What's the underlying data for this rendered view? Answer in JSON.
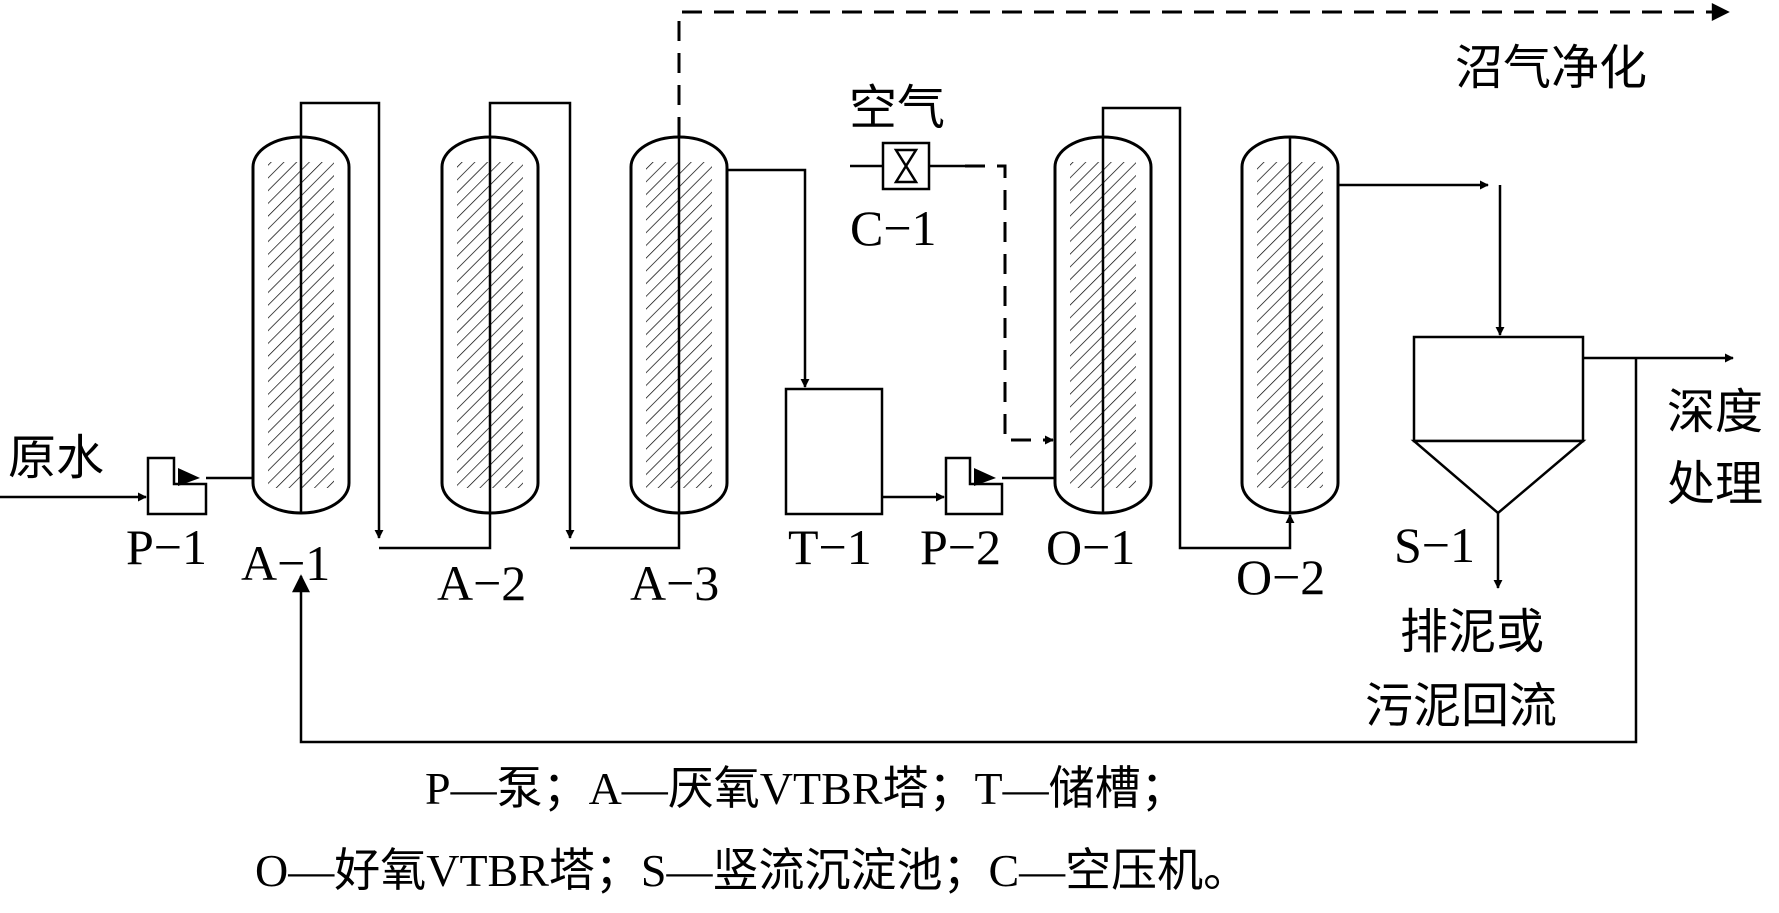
{
  "labels": {
    "raw_water": "原水",
    "biogas": "沼气净化",
    "air": "空气",
    "deep1": "深度",
    "deep2": "处理",
    "sludge1": "排泥或",
    "sludge2": "污泥回流"
  },
  "equipment": {
    "p1": "P−1",
    "a1": "A−1",
    "a2": "A−2",
    "a3": "A−3",
    "t1": "T−1",
    "p2": "P−2",
    "o1": "O−1",
    "o2": "O−2",
    "s1": "S−1",
    "c1": "C−1"
  },
  "legend": {
    "line1": "P—泵；A—厌氧VTBR塔；T—储槽；",
    "line2": "O—好氧VTBR塔；S—竖流沉淀池；C—空压机。"
  }
}
